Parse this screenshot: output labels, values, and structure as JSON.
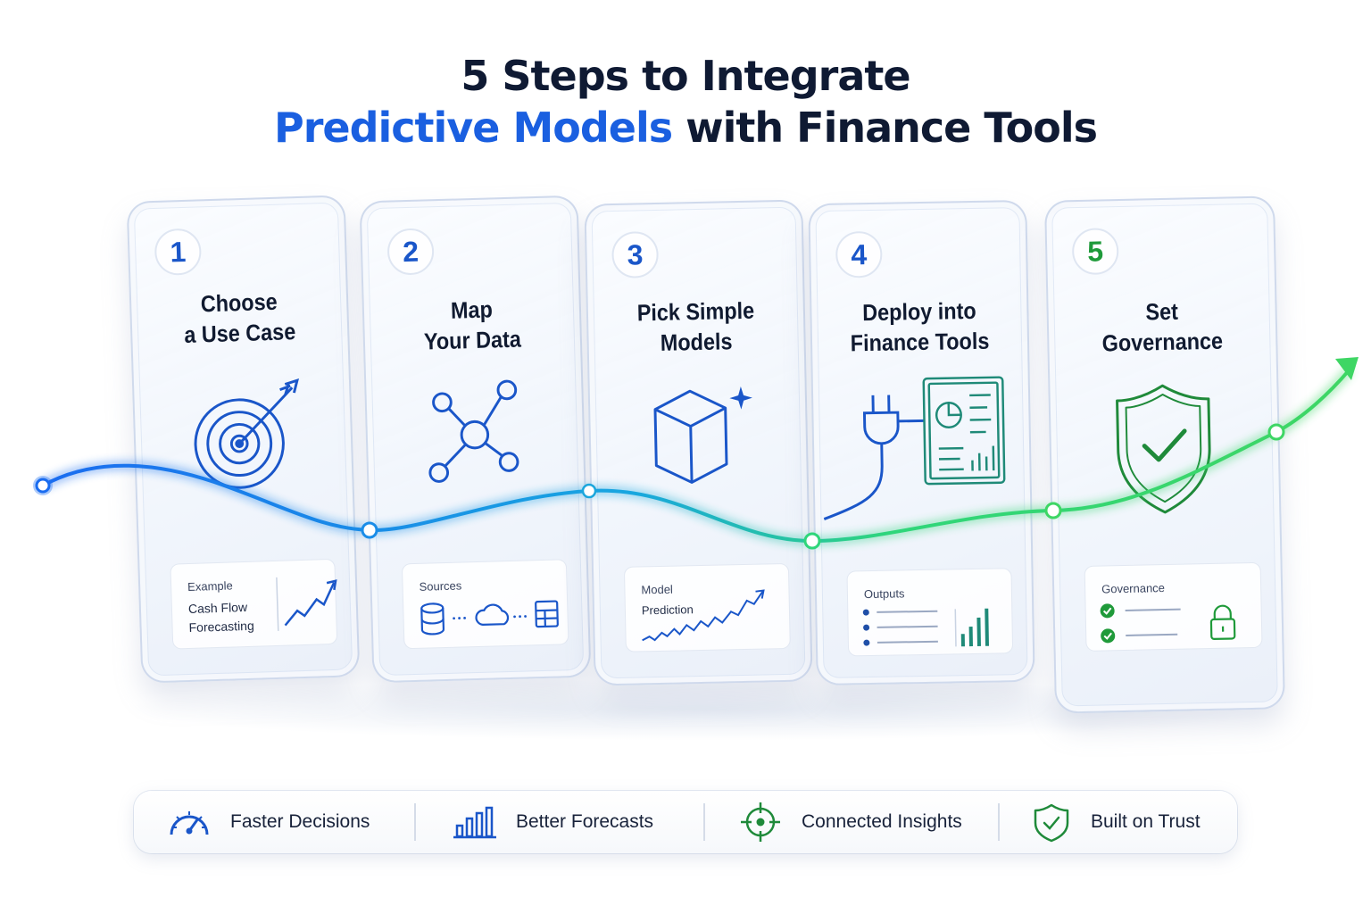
{
  "header": {
    "title_line1": "5 Steps to Integrate",
    "title_line2_highlight": "Predictive Models",
    "title_line2_rest": " with Finance Tools"
  },
  "colors": {
    "blue": "#1a56c9",
    "highlight_blue": "#1a5fe0",
    "green": "#1f9a3a",
    "teal": "#1f8a78",
    "dark_text": "#0f1a33"
  },
  "steps": [
    {
      "number": "1",
      "title_line1": "Choose",
      "title_line2": "a Use Case",
      "icon": "target-arrow-icon",
      "panel_label": "Example",
      "panel_text_line1": "Cash Flow",
      "panel_text_line2": "Forecasting",
      "panel_icon": "trend-up-chart-icon"
    },
    {
      "number": "2",
      "title_line1": "Map",
      "title_line2": "Your Data",
      "icon": "network-nodes-icon",
      "panel_label": "Sources",
      "panel_icon": "data-sources-icons"
    },
    {
      "number": "3",
      "title_line1": "Pick Simple",
      "title_line2": "Models",
      "icon": "cube-sparkle-icon",
      "panel_label": "Model",
      "panel_text_line1": "Prediction",
      "panel_icon": "prediction-line-icon"
    },
    {
      "number": "4",
      "title_line1": "Deploy into",
      "title_line2": "Finance Tools",
      "icon": "plug-dashboard-icon",
      "panel_label": "Outputs",
      "panel_icon": "list-bar-chart-icon"
    },
    {
      "number": "5",
      "title_line1": "Set",
      "title_line2": "Governance",
      "icon": "shield-check-icon",
      "panel_label": "Governance",
      "panel_icon": "checklist-lock-icon"
    }
  ],
  "benefits": [
    {
      "label": "Faster Decisions",
      "icon": "speedometer-icon"
    },
    {
      "label": "Better Forecasts",
      "icon": "bar-chart-icon"
    },
    {
      "label": "Connected Insights",
      "icon": "crosshair-icon"
    },
    {
      "label": "Built on Trust",
      "icon": "shield-check-icon"
    }
  ]
}
